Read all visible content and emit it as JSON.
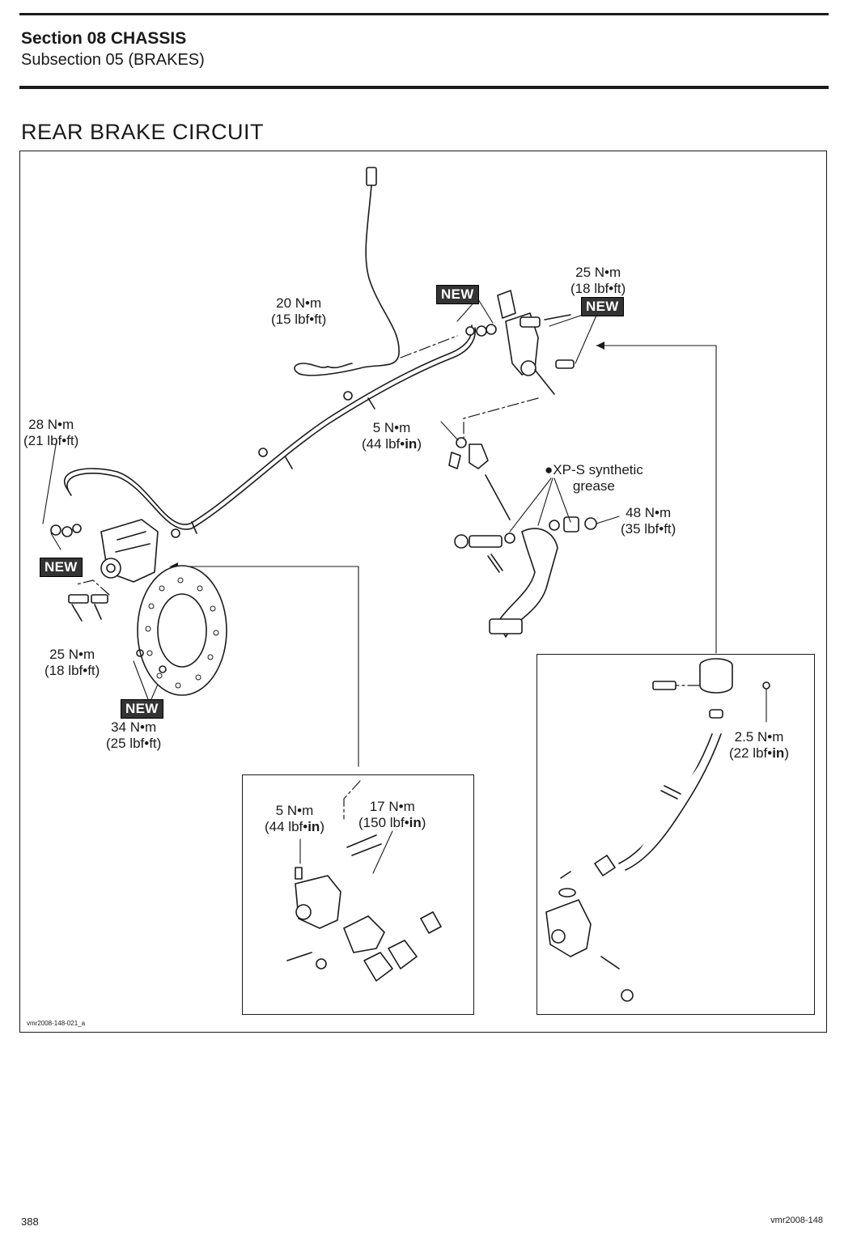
{
  "header": {
    "section": "Section 08 CHASSIS",
    "subsection": "Subsection 05 (BRAKES)"
  },
  "page_heading": "REAR BRAKE CIRCUIT",
  "diagram": {
    "new_tag": "NEW",
    "labels": {
      "torque_caliper_hose_nm": "28 N•m",
      "torque_caliper_hose_lbf": "(21 lbf•ft)",
      "torque_cable_nm": "20 N•m",
      "torque_cable_lbf": "(15 lbf•ft)",
      "torque_master_top_nm": "25 N•m",
      "torque_master_top_lbf": "(18 lbf•ft)",
      "torque_clip_nm": "5 N•m",
      "torque_clip_lbf_prefix": "(44 lbf•",
      "torque_clip_lbf_unit": "in",
      "torque_clip_lbf_suffix": ")",
      "grease_note_line1": "XP-S synthetic",
      "grease_note_line2": "grease",
      "torque_pedal_nm": "48 N•m",
      "torque_pedal_lbf": "(35 lbf•ft)",
      "torque_caliper_bolt_nm": "25 N•m",
      "torque_caliper_bolt_lbf": "(18 lbf•ft)",
      "torque_disc_nm": "34 N•m",
      "torque_disc_lbf": "(25 lbf•ft)",
      "inset_bleeder_nm": "5 N•m",
      "inset_bleeder_lbf_prefix": "(44 lbf•",
      "inset_bleeder_lbf_unit": "in",
      "inset_bleeder_lbf_suffix": ")",
      "inset_pin_nm": "17 N•m",
      "inset_pin_lbf_prefix": "(150 lbf•",
      "inset_pin_lbf_unit": "in",
      "inset_pin_lbf_suffix": ")",
      "inset_reservoir_nm": "2.5 N•m",
      "inset_reservoir_lbf_prefix": "(22 lbf•",
      "inset_reservoir_lbf_unit": "in",
      "inset_reservoir_lbf_suffix": ")"
    },
    "figure_code": "vmr2008-148-021_a"
  },
  "footer": {
    "page_number": "388",
    "doc_code": "vmr2008-148"
  },
  "colors": {
    "ink": "#1a1a1a",
    "tag_bg": "#333333",
    "tag_text": "#ffffff"
  }
}
